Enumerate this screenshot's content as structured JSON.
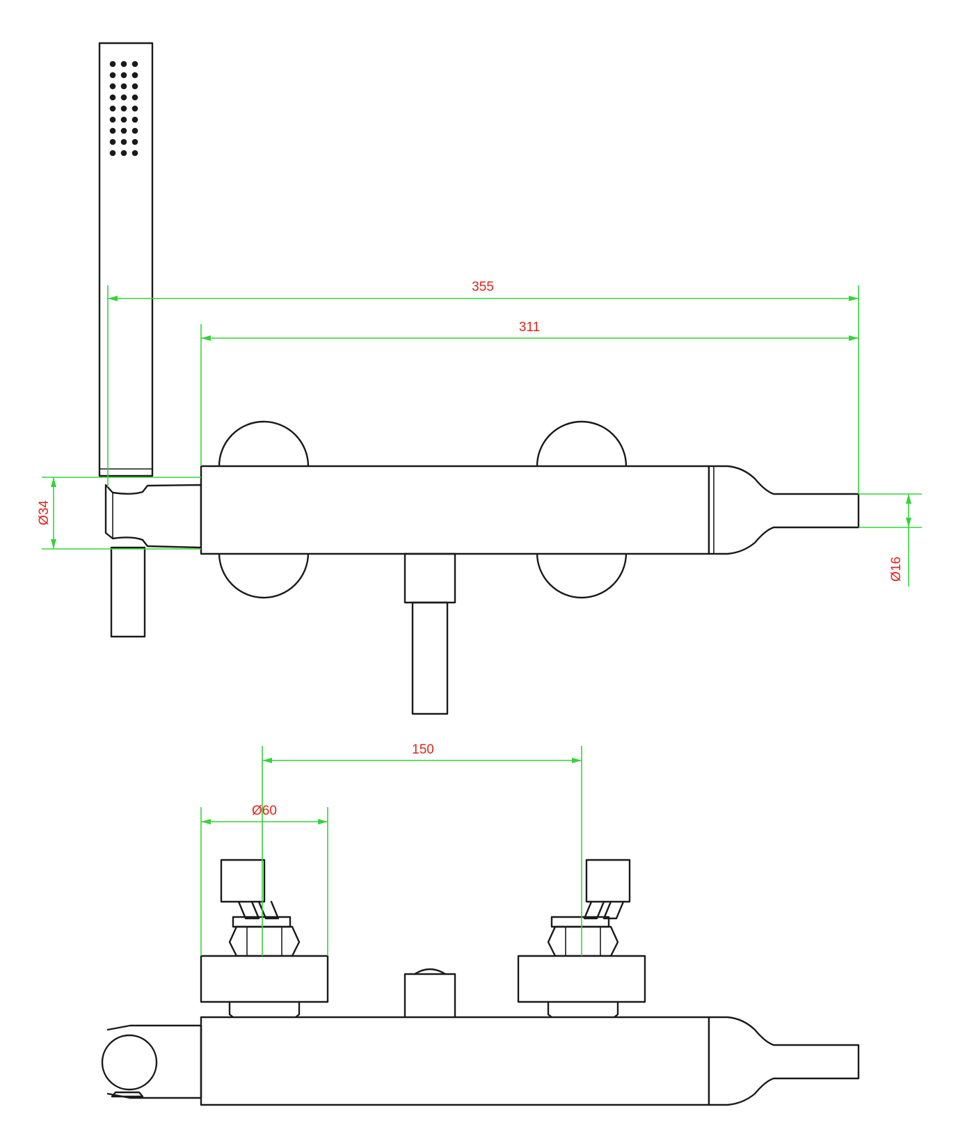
{
  "colors": {
    "outline": "#1a1a1a",
    "dimension_line": "#35d43a",
    "dimension_text": "#e0241b",
    "background": "#ffffff"
  },
  "dimensions": {
    "overall_length": "355",
    "body_length": "311",
    "hand_shower_diameter": "Ø34",
    "spout_diameter": "Ø16",
    "handle_spacing": "150",
    "wall_flange_diameter": "Ø60"
  }
}
